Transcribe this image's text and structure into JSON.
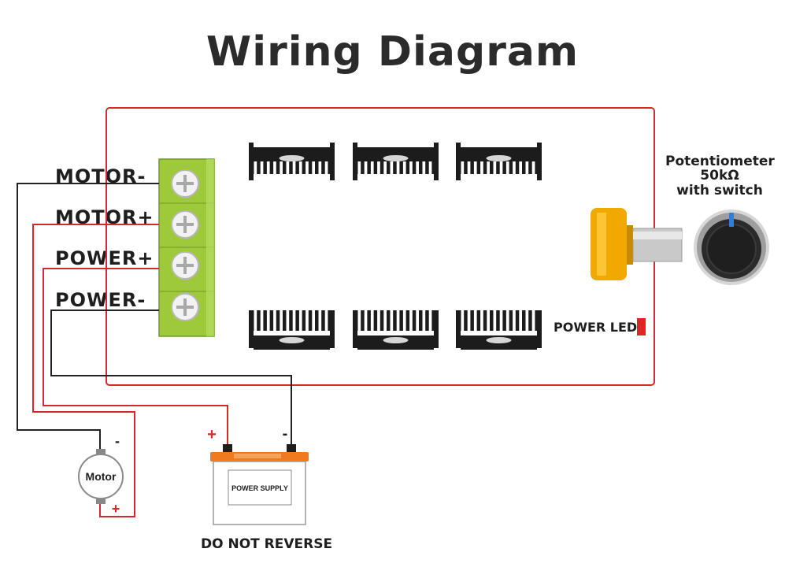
{
  "title": "Wiring Diagram",
  "terminals": [
    {
      "label": "MOTOR-",
      "wire_color": "#222222"
    },
    {
      "label": "MOTOR+",
      "wire_color": "#d42a2a"
    },
    {
      "label": "POWER+",
      "wire_color": "#d42a2a"
    },
    {
      "label": "POWER-",
      "wire_color": "#222222"
    }
  ],
  "potentiometer": {
    "line1": "Potentiometer",
    "line2": "50kΩ",
    "line3": "with switch"
  },
  "power_led": {
    "label": "POWER  LED",
    "color": "#e02424"
  },
  "motor": {
    "label": "Motor",
    "neg": "-",
    "pos": "+"
  },
  "battery": {
    "label": "POWER SUPPLY",
    "pos": "+",
    "neg": "-",
    "note": "DO NOT REVERSE"
  },
  "colors": {
    "board_outline": "#d42a2a",
    "terminal_block": "#9dc93b",
    "knob_accent": "#2e7fd6",
    "coupler": "#f0a900"
  }
}
